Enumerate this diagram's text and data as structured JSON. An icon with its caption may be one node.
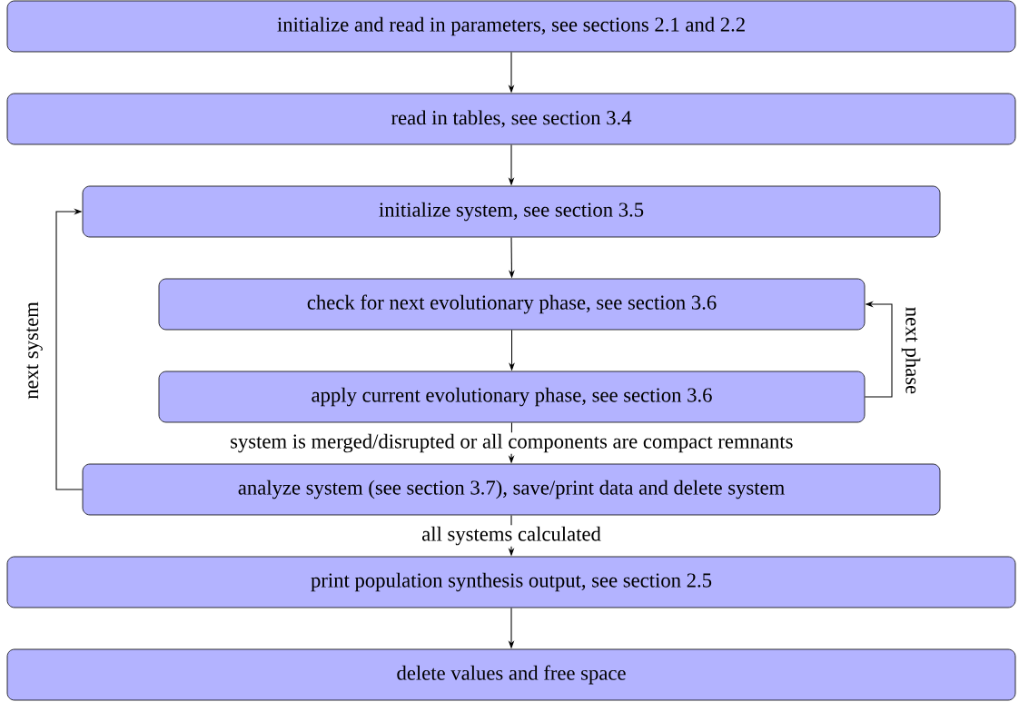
{
  "diagram": {
    "nodes": [
      {
        "text": [
          "initialize and read in parameters, see sections 2.1 and 2.2"
        ]
      },
      {
        "text": [
          "read in tables, see section 3.4"
        ]
      },
      {
        "text": [
          "initialize system, see section 3.5"
        ]
      },
      {
        "text": [
          "check for next evolutionary phase, see section 3.6"
        ]
      },
      {
        "text": [
          "apply current evolutionary phase, see section 3.6"
        ]
      },
      {
        "text": [
          "analyze system (see section 3.7), save/print data and delete system"
        ]
      },
      {
        "text": [
          "print population synthesis output, see section 2.5"
        ]
      },
      {
        "text": [
          "delete values and free space"
        ]
      }
    ],
    "edges": [
      {
        "from": 0,
        "to": 1,
        "arrow": "to"
      },
      {
        "from": 1,
        "to": 2,
        "arrow": "to"
      },
      {
        "from": 2,
        "to": 3,
        "arrow": "to"
      },
      {
        "from": 3,
        "to": 4,
        "arrow": "to"
      },
      {
        "from": 4,
        "to": 3,
        "arrow": "to",
        "label": "next phase"
      },
      {
        "from": 4,
        "to": 5,
        "arrow": "to",
        "label": "system is merged/disrupted or all components are compact remnants"
      },
      {
        "from": 5,
        "to": 2,
        "arrow": "to",
        "label": "next system"
      },
      {
        "from": 5,
        "to": 6,
        "arrow": "to",
        "label": "all systems calculated"
      },
      {
        "from": 6,
        "to": 7,
        "arrow": "to"
      }
    ]
  }
}
